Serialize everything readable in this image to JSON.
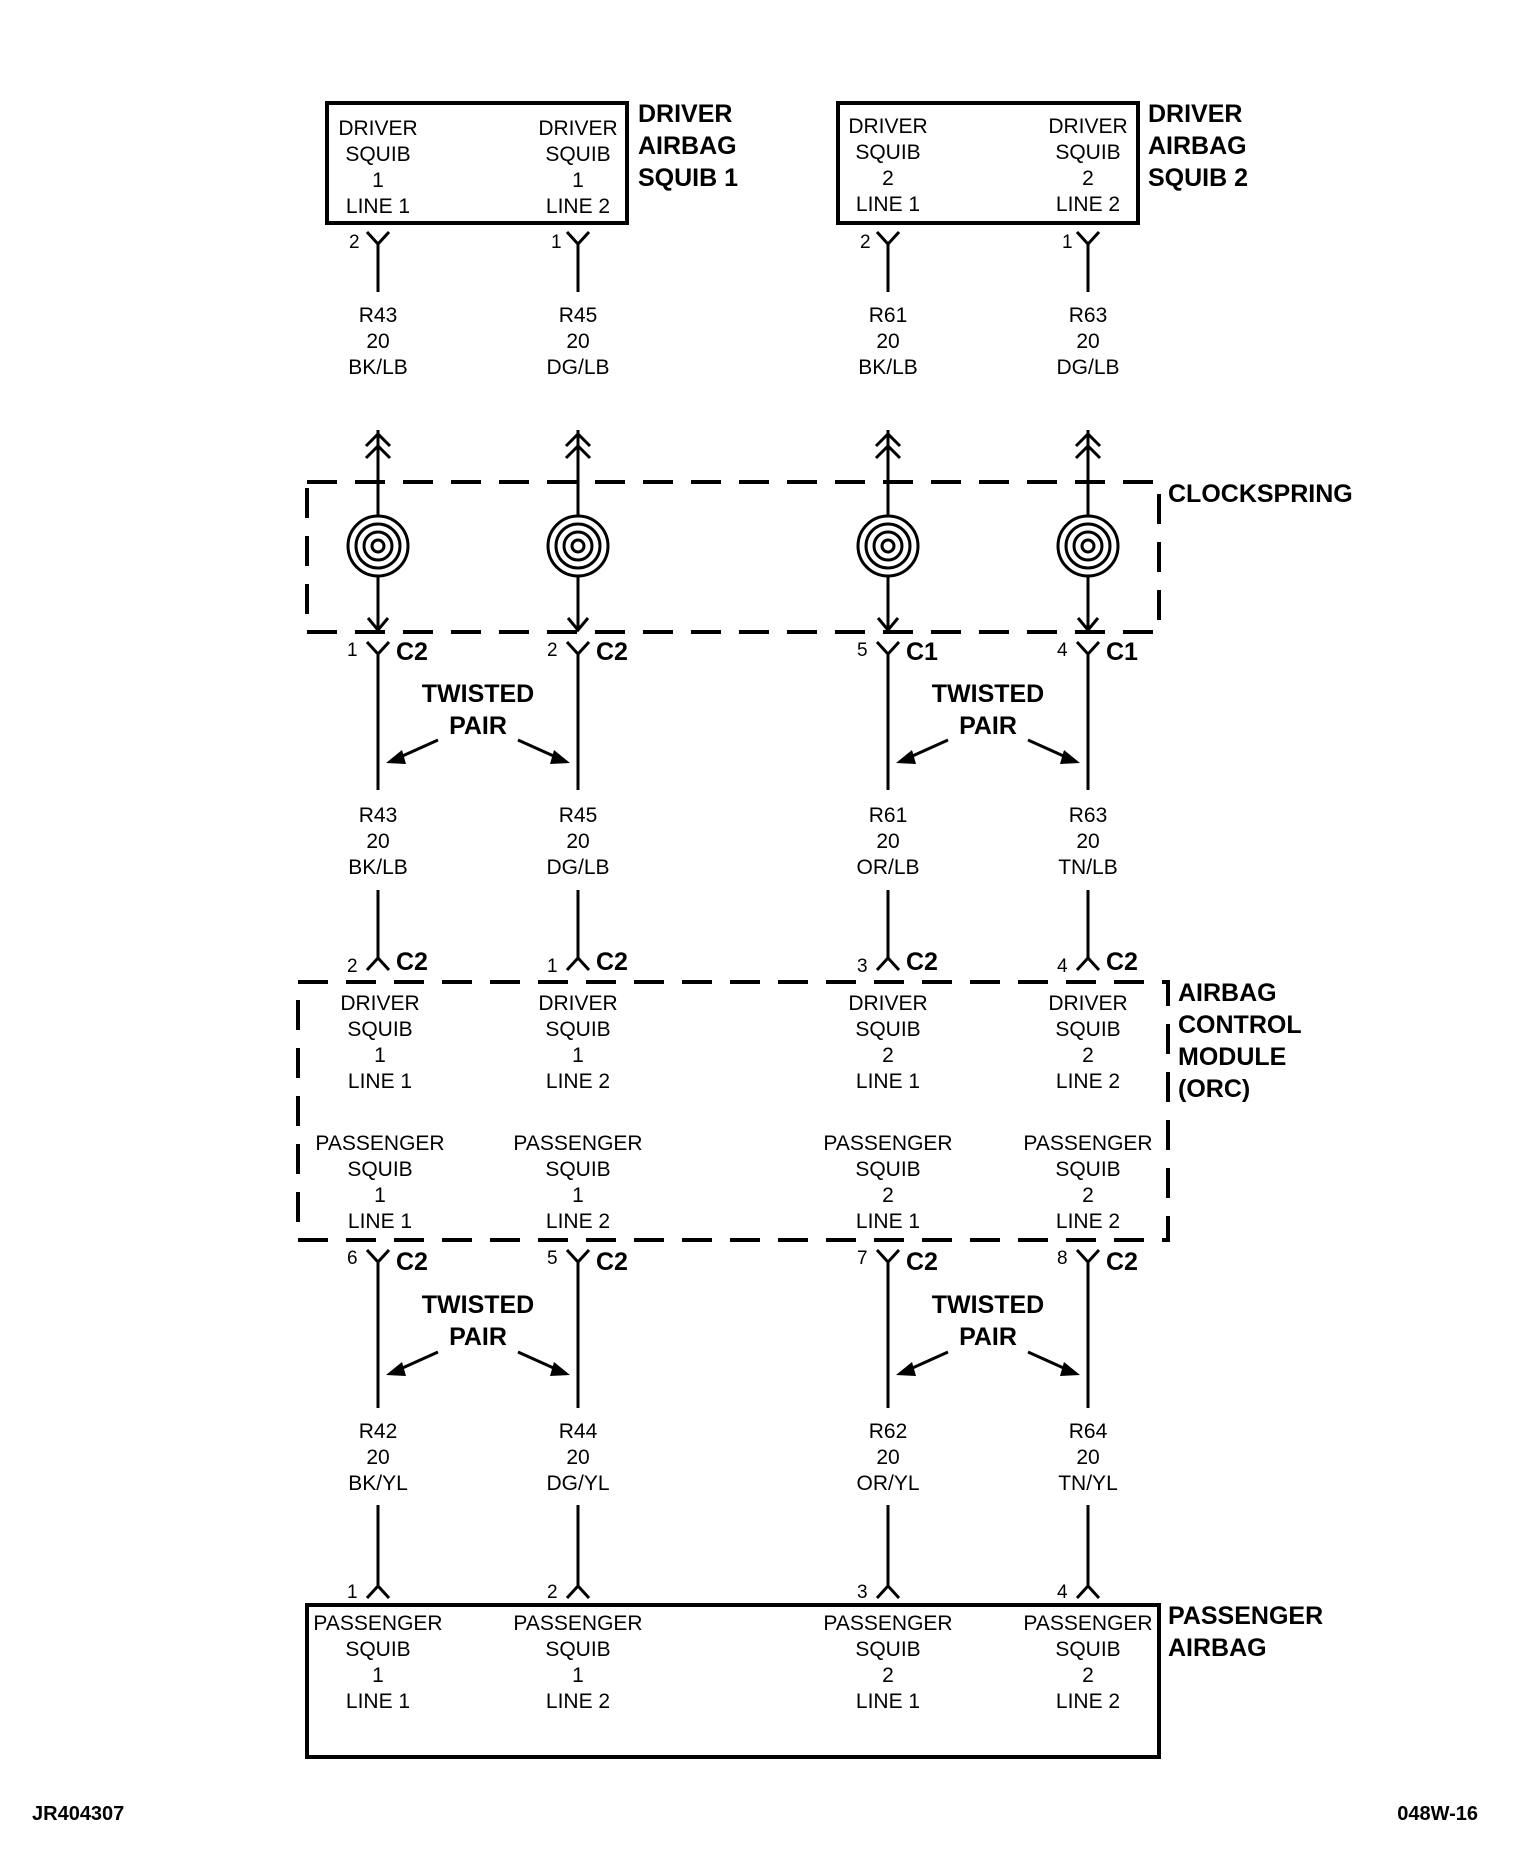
{
  "components": {
    "driver_squib1": {
      "title": [
        "DRIVER",
        "AIRBAG",
        "SQUIB 1"
      ],
      "terminals": [
        [
          "DRIVER",
          "SQUIB",
          "1",
          "LINE 1"
        ],
        [
          "DRIVER",
          "SQUIB",
          "1",
          "LINE 2"
        ]
      ]
    },
    "driver_squib2": {
      "title": [
        "DRIVER",
        "AIRBAG",
        "SQUIB 2"
      ],
      "terminals": [
        [
          "DRIVER",
          "SQUIB",
          "2",
          "LINE 1"
        ],
        [
          "DRIVER",
          "SQUIB",
          "2",
          "LINE 2"
        ]
      ]
    },
    "clockspring": {
      "title": [
        "CLOCKSPRING"
      ]
    },
    "acm": {
      "title": [
        "AIRBAG",
        "CONTROL",
        "MODULE",
        "(ORC)"
      ],
      "driver_terminals": [
        [
          "DRIVER",
          "SQUIB",
          "1",
          "LINE 1"
        ],
        [
          "DRIVER",
          "SQUIB",
          "1",
          "LINE 2"
        ],
        [
          "DRIVER",
          "SQUIB",
          "2",
          "LINE 1"
        ],
        [
          "DRIVER",
          "SQUIB",
          "2",
          "LINE 2"
        ]
      ],
      "passenger_terminals": [
        [
          "PASSENGER",
          "SQUIB",
          "1",
          "LINE 1"
        ],
        [
          "PASSENGER",
          "SQUIB",
          "1",
          "LINE 2"
        ],
        [
          "PASSENGER",
          "SQUIB",
          "2",
          "LINE 1"
        ],
        [
          "PASSENGER",
          "SQUIB",
          "2",
          "LINE 2"
        ]
      ]
    },
    "passenger_airbag": {
      "title": [
        "PASSENGER",
        "AIRBAG"
      ],
      "terminals": [
        [
          "PASSENGER",
          "SQUIB",
          "1",
          "LINE 1"
        ],
        [
          "PASSENGER",
          "SQUIB",
          "1",
          "LINE 2"
        ],
        [
          "PASSENGER",
          "SQUIB",
          "2",
          "LINE 1"
        ],
        [
          "PASSENGER",
          "SQUIB",
          "2",
          "LINE 2"
        ]
      ]
    }
  },
  "wires": {
    "upper": [
      [
        "R43",
        "20",
        "BK/LB"
      ],
      [
        "R45",
        "20",
        "DG/LB"
      ],
      [
        "R61",
        "20",
        "BK/LB"
      ],
      [
        "R63",
        "20",
        "DG/LB"
      ]
    ],
    "middle": [
      [
        "R43",
        "20",
        "BK/LB"
      ],
      [
        "R45",
        "20",
        "DG/LB"
      ],
      [
        "R61",
        "20",
        "OR/LB"
      ],
      [
        "R63",
        "20",
        "TN/LB"
      ]
    ],
    "lower": [
      [
        "R42",
        "20",
        "BK/YL"
      ],
      [
        "R44",
        "20",
        "DG/YL"
      ],
      [
        "R62",
        "20",
        "OR/YL"
      ],
      [
        "R64",
        "20",
        "TN/YL"
      ]
    ]
  },
  "pins": {
    "driver_squib_out": [
      "2",
      "1",
      "2",
      "1"
    ],
    "clockspring_out": [
      {
        "pin": "1",
        "conn": "C2"
      },
      {
        "pin": "2",
        "conn": "C2"
      },
      {
        "pin": "5",
        "conn": "C1"
      },
      {
        "pin": "4",
        "conn": "C1"
      }
    ],
    "acm_in": [
      {
        "pin": "2",
        "conn": "C2"
      },
      {
        "pin": "1",
        "conn": "C2"
      },
      {
        "pin": "3",
        "conn": "C2"
      },
      {
        "pin": "4",
        "conn": "C2"
      }
    ],
    "acm_out": [
      {
        "pin": "6",
        "conn": "C2"
      },
      {
        "pin": "5",
        "conn": "C2"
      },
      {
        "pin": "7",
        "conn": "C2"
      },
      {
        "pin": "8",
        "conn": "C2"
      }
    ],
    "passenger_in": [
      "1",
      "2",
      "3",
      "4"
    ]
  },
  "twisted_pair": [
    "TWISTED",
    "PAIR"
  ],
  "footer": {
    "left": "JR404307",
    "right": "048W-16"
  }
}
